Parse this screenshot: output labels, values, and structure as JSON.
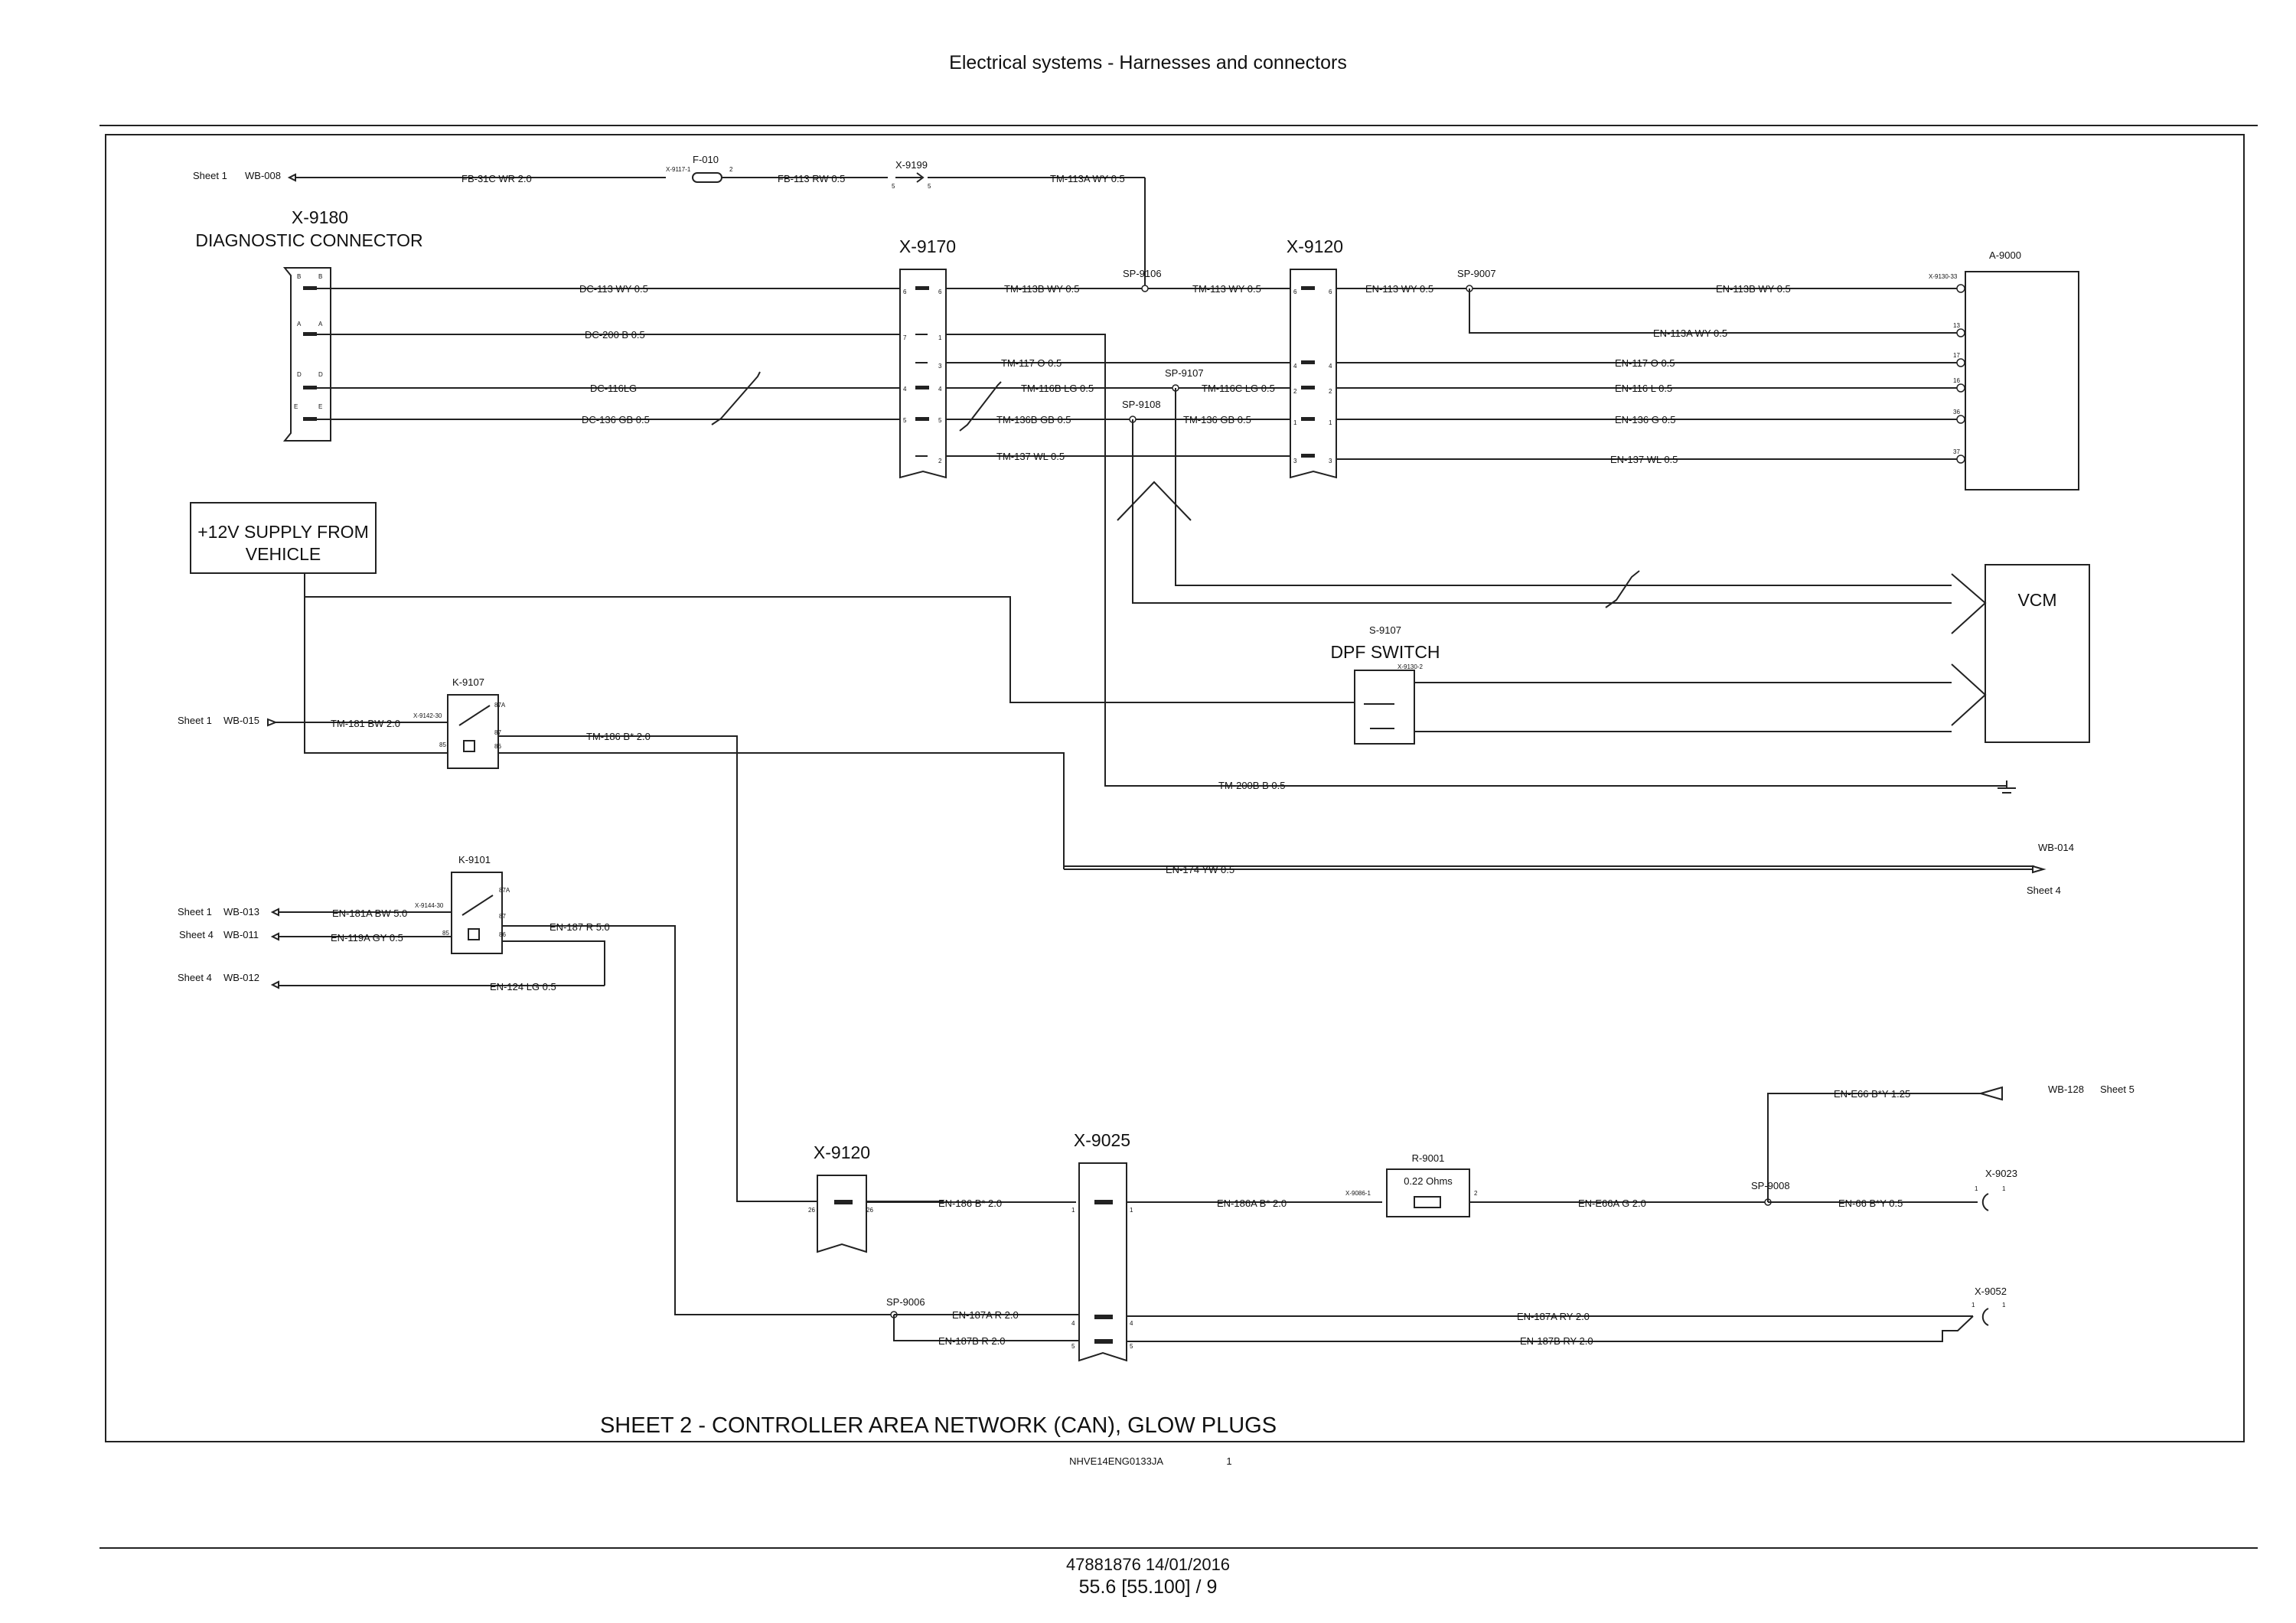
{
  "header": {
    "title": "Electrical systems - Harnesses and connectors"
  },
  "footer": {
    "doc_id": "47881876 14/01/2016",
    "page": "55.6 [55.100] / 9"
  },
  "diagram": {
    "sheet_title": "SHEET 2 - CONTROLLER AREA NETWORK (CAN), GLOW PLUGS",
    "image_ref": "NHVE14ENG0133JA",
    "image_ref_num": "1",
    "components": {
      "x9180_id": "X-9180",
      "x9180_name": "DIAGNOSTIC CONNECTOR",
      "x9170": "X-9170",
      "x9120": "X-9120",
      "x9120_low": "X-9120",
      "x9025": "X-9025",
      "a9000": "A-9000",
      "vcm": "VCM",
      "supply_line1": "+12V  SUPPLY FROM",
      "supply_line2": "VEHICLE",
      "s9107": "S-9107",
      "dpf_switch": "DPF SWITCH",
      "k9107": "K-9107",
      "k9101": "K-9101",
      "r9001": "R-9001",
      "r9001_value": "0.22 Ohms",
      "f010": "F-010",
      "x9199": "X-9199",
      "x9023": "X-9023",
      "x9052": "X-9052"
    },
    "splices": {
      "sp9106": "SP-9106",
      "sp9007": "SP-9007",
      "sp9107": "SP-9107",
      "sp9108": "SP-9108",
      "sp9006": "SP-9006",
      "sp9008": "SP-9008"
    },
    "sheet_refs": {
      "wb008": "WB-008",
      "wb015": "WB-015",
      "wb013": "WB-013",
      "wb011": "WB-011",
      "wb012": "WB-012",
      "wb014": "WB-014",
      "wb128": "WB-128",
      "sheet1": "Sheet 1",
      "sheet4": "Sheet 4",
      "sheet5": "Sheet 5"
    },
    "wires": {
      "fb31c": "FB-31C WR 2.0",
      "fb113": "FB-113 RW 0.5",
      "tm113a": "TM-113A WY 0.5",
      "dc113": "DC-113 WY 0.5",
      "dc200": "DC-200 B 0.5",
      "dc116": "DC-116LG",
      "dc136": "DC-136 GB 0.5",
      "tm113b": "TM-113B WY 0.5",
      "tm113": "TM-113 WY 0.5",
      "en113": "EN-113 WY 0.5",
      "en113b": "EN-113B WY 0.5",
      "en113a": "EN-113A WY 0.5",
      "tm117": "TM-117 O 0.5",
      "en117": "EN-117 O 0.5",
      "tm116b": "TM-116B LG 0.5",
      "tm116c": "TM-116C LG 0.5",
      "en116": "EN-116 L 0.5",
      "tm136b": "TM-136B GB 0.5",
      "tm136": "TM-136 GB 0.5",
      "en136": "EN-136 G 0.5",
      "tm137": "TM-137 WL 0.5",
      "en137": "EN-137 WL 0.5",
      "tm181": "TM-181 BW 2.0",
      "tm186": "TM-186 B* 2.0",
      "tm200b": "TM-200B B 0.5",
      "en174": "EN-174 YW 0.5",
      "en181a": "EN-181A BW 5.0",
      "en119a": "EN-119A GY 0.5",
      "en187": "EN-187 R 5.0",
      "en124": "EN-124 LG 0.5",
      "ene66": "EN-E66 B*Y 1.25",
      "en186": "EN-186 B* 2.0",
      "en186a": "EN-186A B* 2.0",
      "ene66a": "EN-E66A G 2.0",
      "en66": "EN-66 B*Y 0.5",
      "en187a": "EN-187A R 2.0",
      "en187ar": "EN-187A RY 2.0",
      "en187b": "EN-187B R 2.0",
      "en187br": "EN-187B RY 2.0"
    },
    "pins": {
      "x9117": "X-9117-1",
      "p2": "2",
      "p5": "5",
      "x9130": "X-9130-33",
      "x9100_13": "13",
      "x9100_17": "17",
      "x9100_16": "16",
      "x9100_36": "36",
      "x9100_37": "37",
      "x9142": "X-9142-30",
      "x9144": "X-9144-30",
      "x9130_2": "X-9130-2",
      "k87a": "87A",
      "k87": "87",
      "k85": "85",
      "k86": "86",
      "x9086": "X-9086-1",
      "p26": "26",
      "pB": "B",
      "pA": "A",
      "pD": "D",
      "pE": "E",
      "p6": "6",
      "p7": "7",
      "p1": "1",
      "p3": "3",
      "p4": "4"
    }
  }
}
